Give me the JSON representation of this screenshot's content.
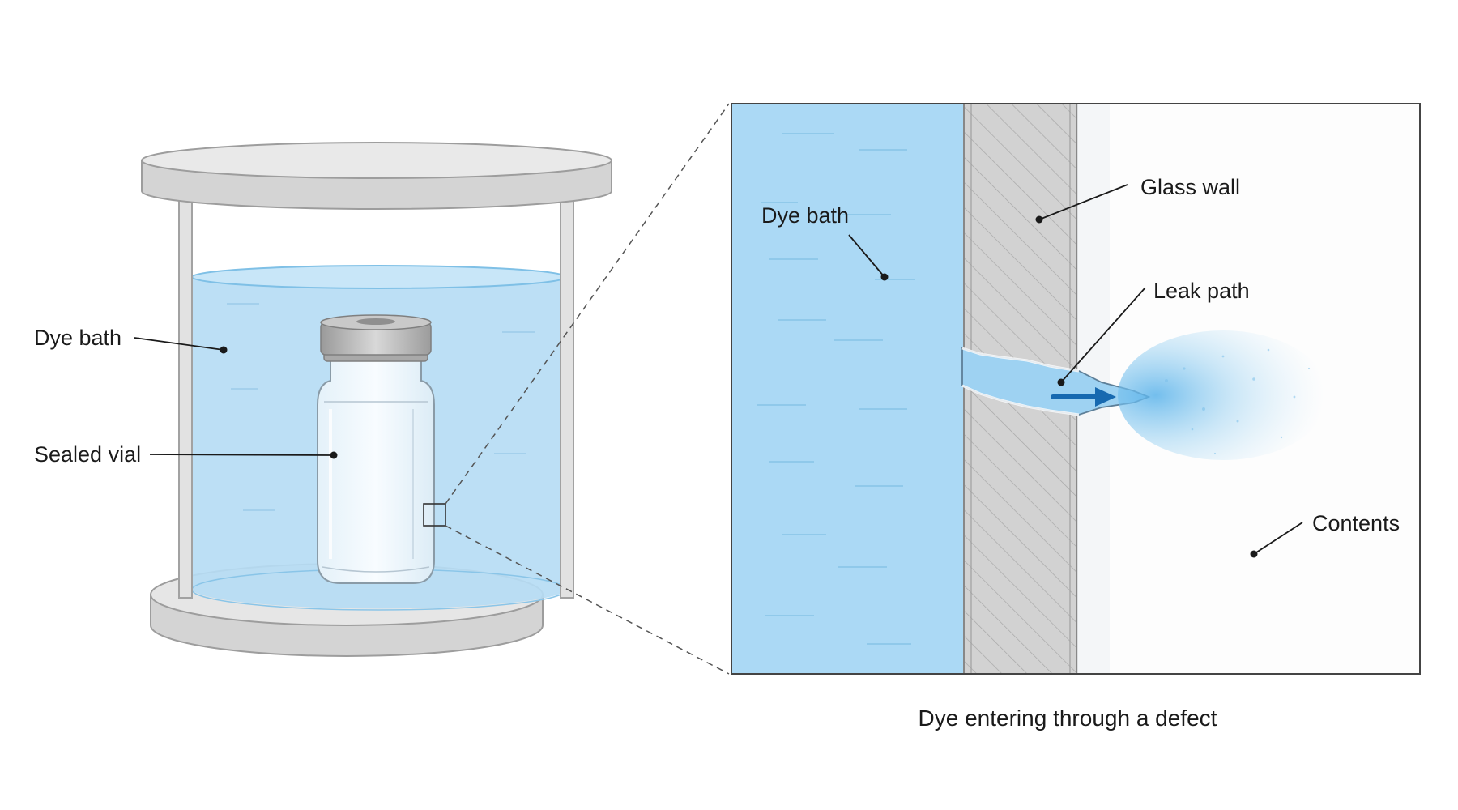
{
  "labels": {
    "left_dye_bath": "Dye bath",
    "sealed_vial": "Sealed vial",
    "zoom_dye_bath": "Dye bath",
    "glass_wall": "Glass wall",
    "leak_path": "Leak path",
    "contents": "Contents"
  },
  "caption": "Dye entering through a defect",
  "colors": {
    "dye": "#a9d8f3",
    "dye_edge": "#7cbfe6",
    "glass_wall": "#d3d3d3",
    "metal": "#d6d6d6",
    "arrow": "#1769b0"
  }
}
